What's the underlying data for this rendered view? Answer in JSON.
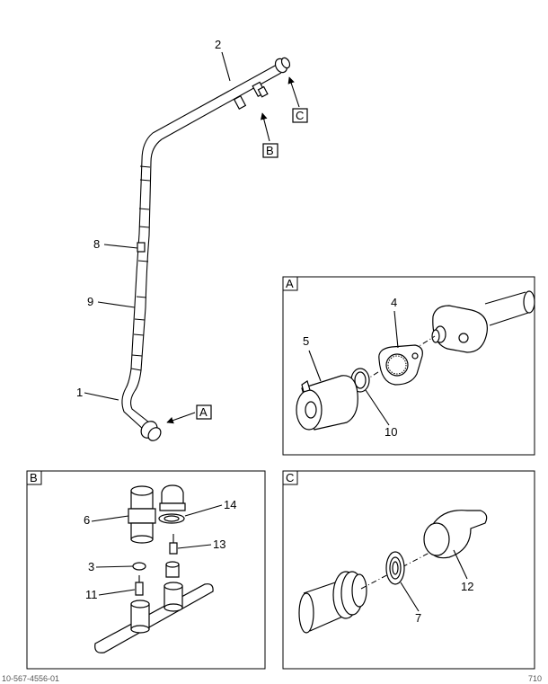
{
  "callouts": {
    "c1": "1",
    "c2": "2",
    "c3": "3",
    "c4": "4",
    "c5": "5",
    "c6": "6",
    "c7": "7",
    "c8": "8",
    "c9": "9",
    "c10": "10",
    "c11": "11",
    "c12": "12",
    "c13": "13",
    "c14": "14"
  },
  "view_refs": {
    "a": "A",
    "b": "B",
    "c": "C"
  },
  "panels": {
    "a": "A",
    "b": "B",
    "c": "C"
  },
  "footer": {
    "left": "10-567-4556-01",
    "right": "710"
  }
}
